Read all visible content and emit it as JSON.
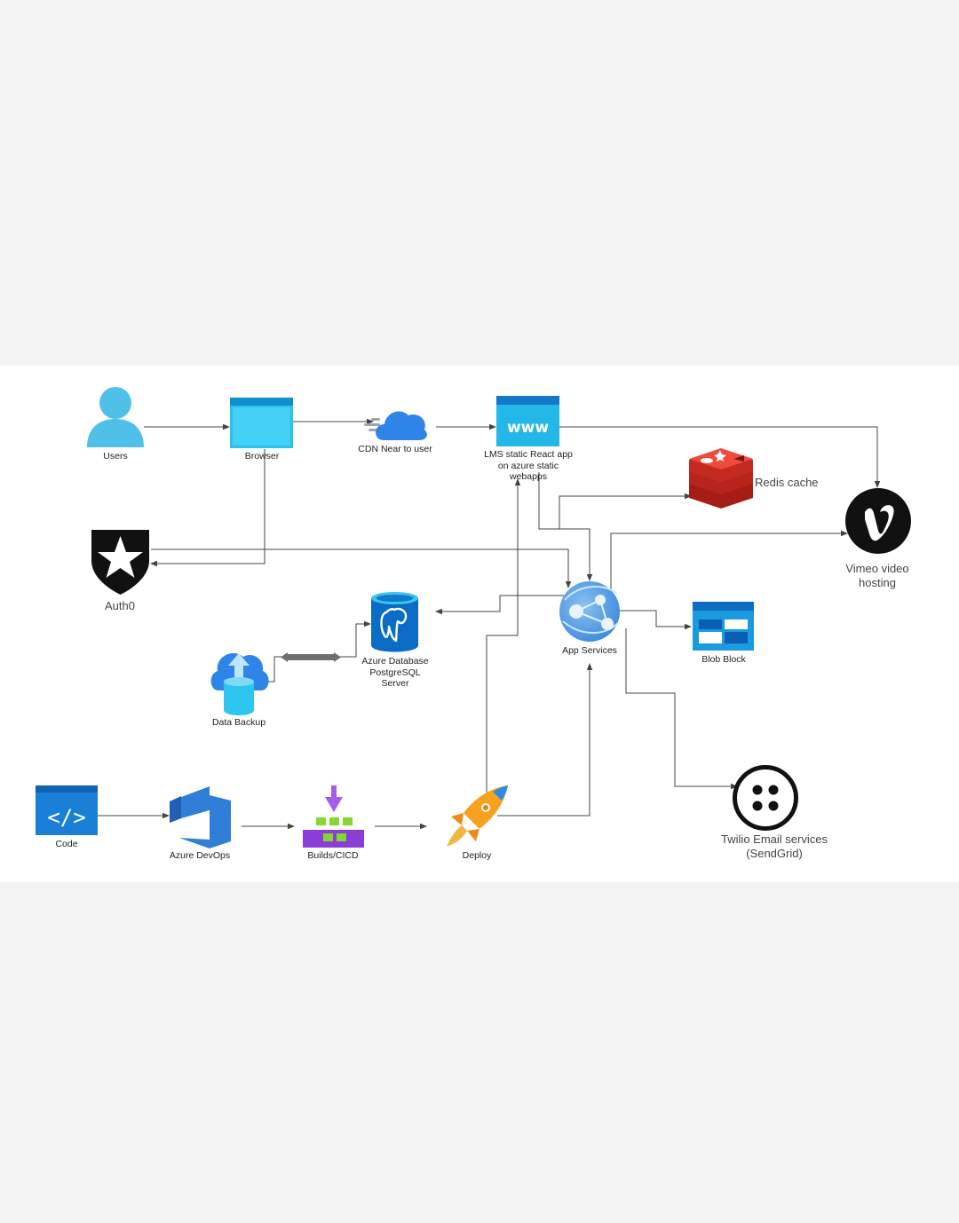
{
  "diagram": {
    "nodes": {
      "users": {
        "label": "Users",
        "icon": "user-icon"
      },
      "browser": {
        "label": "Browser",
        "icon": "browser-window-icon"
      },
      "cdn": {
        "label": "CDN Near to user",
        "icon": "cloud-icon"
      },
      "lms": {
        "label": "LMS static React app\non azure static\nwebapps",
        "icon": "www-window-icon"
      },
      "redis": {
        "label": "Redis cache",
        "icon": "redis-icon"
      },
      "vimeo": {
        "label": "Vimeo video hosting",
        "icon": "vimeo-icon"
      },
      "auth0": {
        "label": "Auth0",
        "icon": "auth0-shield-icon"
      },
      "postgres": {
        "label": "Azure Database\nPostgreSQL\nServer",
        "icon": "postgresql-database-icon"
      },
      "appservices": {
        "label": "App Services",
        "icon": "app-services-globe-icon"
      },
      "blob": {
        "label": "Blob Block",
        "icon": "blob-storage-icon"
      },
      "backup": {
        "label": "Data Backup",
        "icon": "cloud-upload-database-icon"
      },
      "code": {
        "label": "Code",
        "icon": "code-brackets-icon"
      },
      "devops": {
        "label": "Azure DevOps",
        "icon": "azure-devops-icon"
      },
      "builds": {
        "label": "Builds/CICD",
        "icon": "builds-pipeline-icon"
      },
      "deploy": {
        "label": "Deploy",
        "icon": "rocket-icon"
      },
      "twilio": {
        "label": "Twilio Email services\n(SendGrid)",
        "icon": "twilio-icon"
      }
    },
    "edges": [
      {
        "from": "users",
        "to": "browser"
      },
      {
        "from": "browser",
        "to": "cdn"
      },
      {
        "from": "cdn",
        "to": "lms"
      },
      {
        "from": "lms",
        "to": "vimeo"
      },
      {
        "from": "browser",
        "to": "auth0"
      },
      {
        "from": "auth0",
        "to": "appservices"
      },
      {
        "from": "lms",
        "to": "appservices"
      },
      {
        "from": "appservices",
        "to": "redis"
      },
      {
        "from": "appservices",
        "to": "vimeo"
      },
      {
        "from": "appservices",
        "to": "postgres"
      },
      {
        "from": "appservices",
        "to": "blob"
      },
      {
        "from": "appservices",
        "to": "twilio"
      },
      {
        "from": "postgres",
        "to": "backup",
        "bidirectional": true
      },
      {
        "from": "code",
        "to": "devops"
      },
      {
        "from": "devops",
        "to": "builds"
      },
      {
        "from": "builds",
        "to": "deploy"
      },
      {
        "from": "deploy",
        "to": "lms"
      },
      {
        "from": "deploy",
        "to": "appservices"
      }
    ],
    "colors": {
      "background": "#f4f4f4",
      "panel": "#ffffff",
      "connector": "#444444",
      "azure_blue": "#0078d4",
      "light_blue": "#32c4ea",
      "redis_red": "#d82c20",
      "purple": "#8a3ed6",
      "green": "#86d633",
      "orange": "#f7a21e"
    }
  }
}
